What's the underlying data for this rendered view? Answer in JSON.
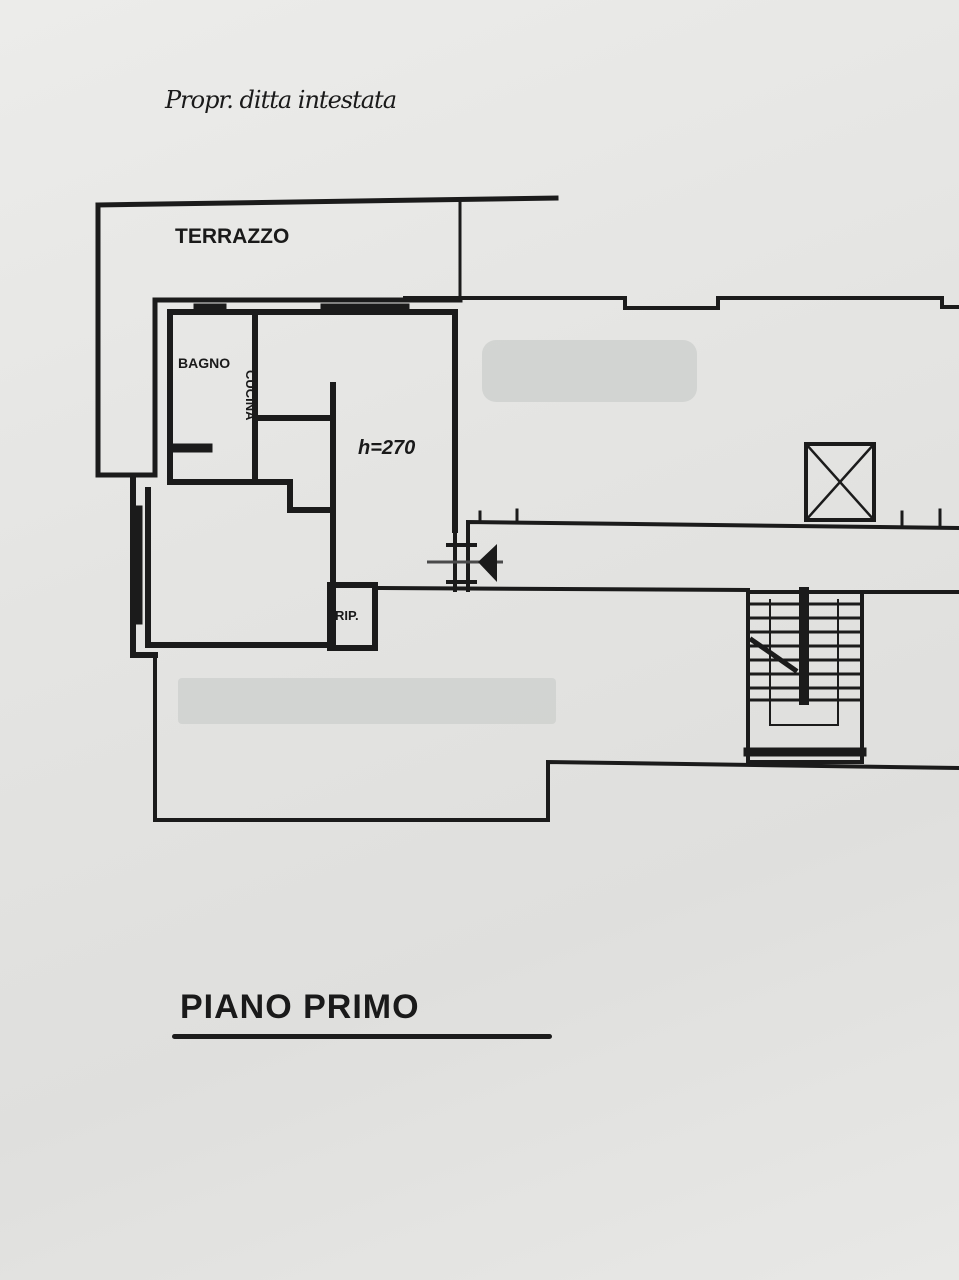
{
  "document": {
    "type": "architectural floor plan",
    "owner_note": "Propr. ditta intestata",
    "plan_title": "PIANO PRIMO",
    "rooms": [
      {
        "name": "terrace",
        "label": "TERRAZZO"
      },
      {
        "name": "bathroom",
        "label": "BAGNO"
      },
      {
        "name": "kitchen",
        "label": "CUCINA"
      },
      {
        "name": "storage",
        "label": "RIP."
      }
    ],
    "ceiling_height": "h=270",
    "symbols": [
      "entrance-arrow",
      "elevator-shaft",
      "staircase"
    ],
    "redacted_areas": 2
  }
}
